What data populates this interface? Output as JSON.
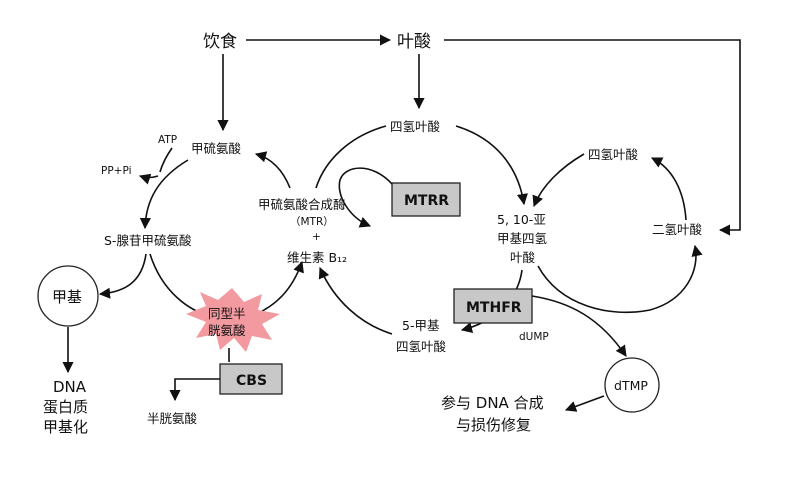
{
  "nodes": {
    "diet": "饮食",
    "folate": "叶酸",
    "thf_top": "四氢叶酸",
    "thf_right": "四氢叶酸",
    "methionine": "甲硫氨酸",
    "atp": "ATP",
    "ppi": "PP+Pi",
    "sam": "S-腺苷甲硫氨酸",
    "methyl": "甲基",
    "dna_methyl": [
      "DNA",
      "蛋白质",
      "甲基化"
    ],
    "homocysteine": [
      "同型半",
      "胱氨酸"
    ],
    "cysteine": "半胱氨酸",
    "mtr": [
      "甲硫氨酸合成酶",
      "（MTR）",
      "+",
      "维生素 B₁₂"
    ],
    "methylene_thf": [
      "5, 10-亚",
      "甲基四氢",
      "叶酸"
    ],
    "methyl_thf": [
      "5-甲基",
      "四氢叶酸"
    ],
    "dhf": "二氢叶酸",
    "dump": "dUMP",
    "dtmp": "dTMP",
    "dna_synthesis": [
      "参与 DNA 合成",
      "与损伤修复"
    ]
  },
  "enzymes": {
    "mtrr": "MTRR",
    "mthfr": "MTHFR",
    "cbs": "CBS"
  },
  "colors": {
    "homocysteine_burst": "#f29a9f",
    "enzyme_box": "#c8c8c8"
  }
}
